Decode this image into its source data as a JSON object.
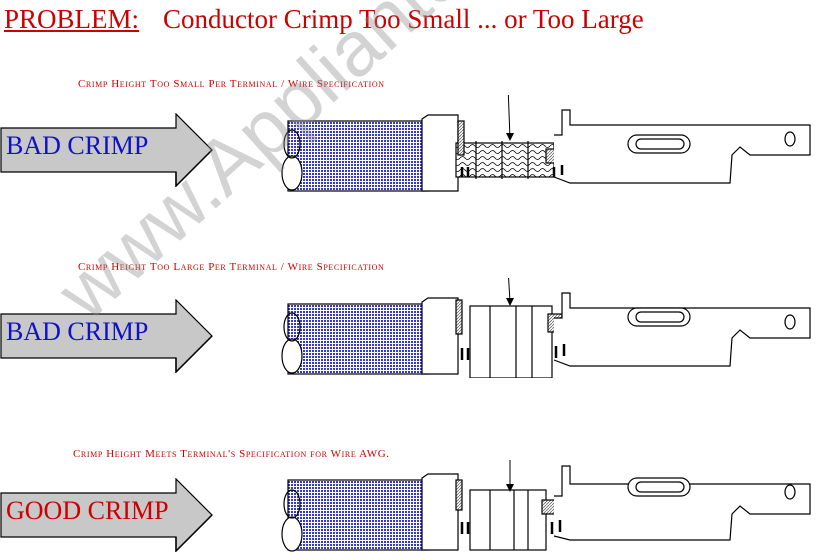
{
  "title": {
    "problem": "PROBLEM:",
    "subtitle": "Conductor Crimp Too Small ... or Too Large"
  },
  "rows": [
    {
      "label": "BAD  CRIMP",
      "caption": "Crimp Height Too Small Per Terminal / Wire Specification",
      "status": "bad",
      "condition": "too-small"
    },
    {
      "label": "BAD  CRIMP",
      "caption": "Crimp Height Too Large Per Terminal / Wire Specification",
      "status": "bad",
      "condition": "too-large"
    },
    {
      "label": "GOOD CRIMP",
      "caption": "Crimp Height Meets Terminal's Specification for Wire AWG.",
      "status": "good",
      "condition": "meets-spec"
    }
  ],
  "watermark": "www.Appliantology.org",
  "colors": {
    "title_red": "#cc0000",
    "bad_label": "#1010c8",
    "good_label": "#cc0000",
    "arrow_fill": "#c8c8c8",
    "insulation_blue": "#3838c8"
  }
}
